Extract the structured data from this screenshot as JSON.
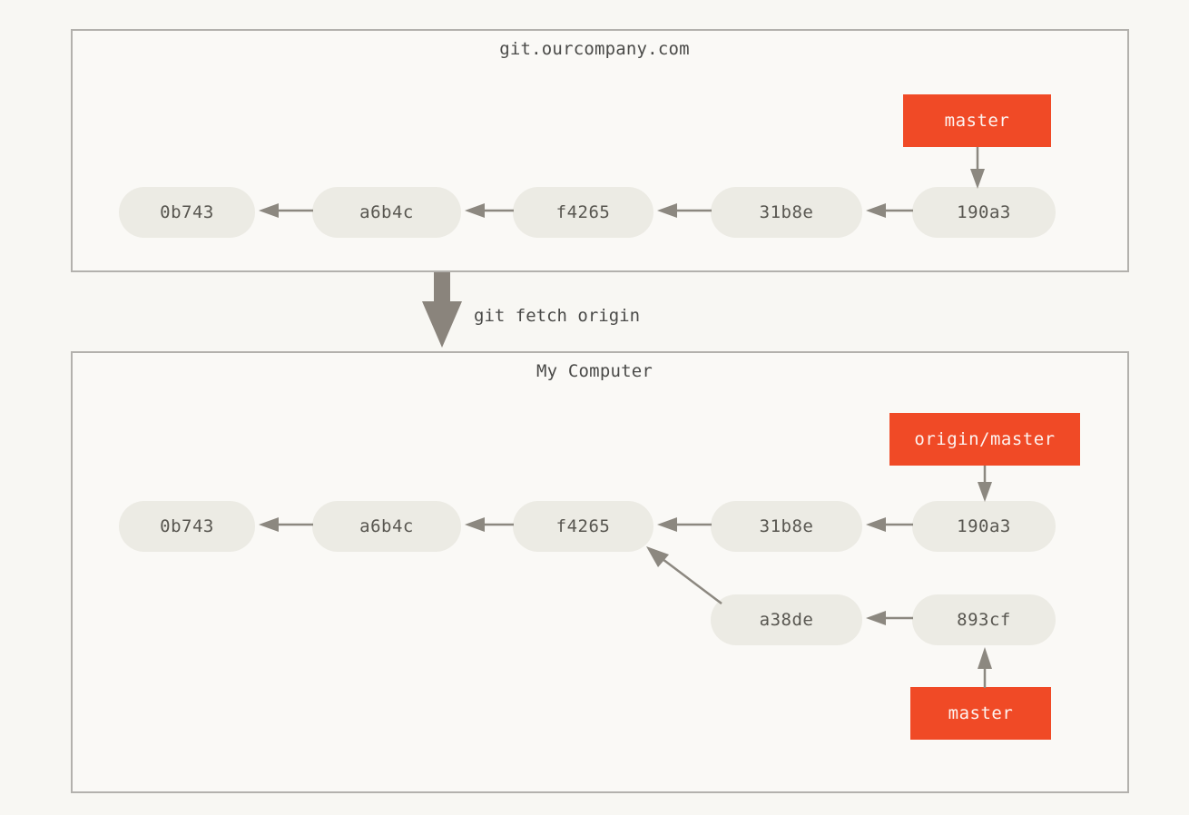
{
  "figure": {
    "kind": "git-branching-diagram",
    "transition_label": "git fetch origin"
  },
  "colors": {
    "page_background": "#f8f7f3",
    "panel_background": "#faf9f6",
    "panel_border": "#b3b1ad",
    "commit_fill": "#ecebe4",
    "commit_text": "#585650",
    "branch_fill": "#f04a26",
    "branch_text": "#fdf4f1",
    "arrow": "#8c8880",
    "big_arrow": "#8a847c",
    "title_text": "#4a4a48"
  },
  "remote_panel": {
    "title": "git.ourcompany.com",
    "commits": [
      {
        "id": "0b743",
        "label": "0b743"
      },
      {
        "id": "a6b4c",
        "label": "a6b4c"
      },
      {
        "id": "f4265",
        "label": "f4265"
      },
      {
        "id": "31b8e",
        "label": "31b8e"
      },
      {
        "id": "190a3",
        "label": "190a3"
      }
    ],
    "branches": [
      {
        "id": "master",
        "label": "master",
        "points_to": "190a3"
      }
    ]
  },
  "local_panel": {
    "title": "My Computer",
    "commits": [
      {
        "id": "0b743",
        "label": "0b743"
      },
      {
        "id": "a6b4c",
        "label": "a6b4c"
      },
      {
        "id": "f4265",
        "label": "f4265"
      },
      {
        "id": "31b8e",
        "label": "31b8e"
      },
      {
        "id": "190a3",
        "label": "190a3"
      },
      {
        "id": "a38de",
        "label": "a38de"
      },
      {
        "id": "893cf",
        "label": "893cf"
      }
    ],
    "branches": [
      {
        "id": "origin-master",
        "label": "origin/master",
        "points_to": "190a3"
      },
      {
        "id": "master",
        "label": "master",
        "points_to": "893cf"
      }
    ]
  }
}
